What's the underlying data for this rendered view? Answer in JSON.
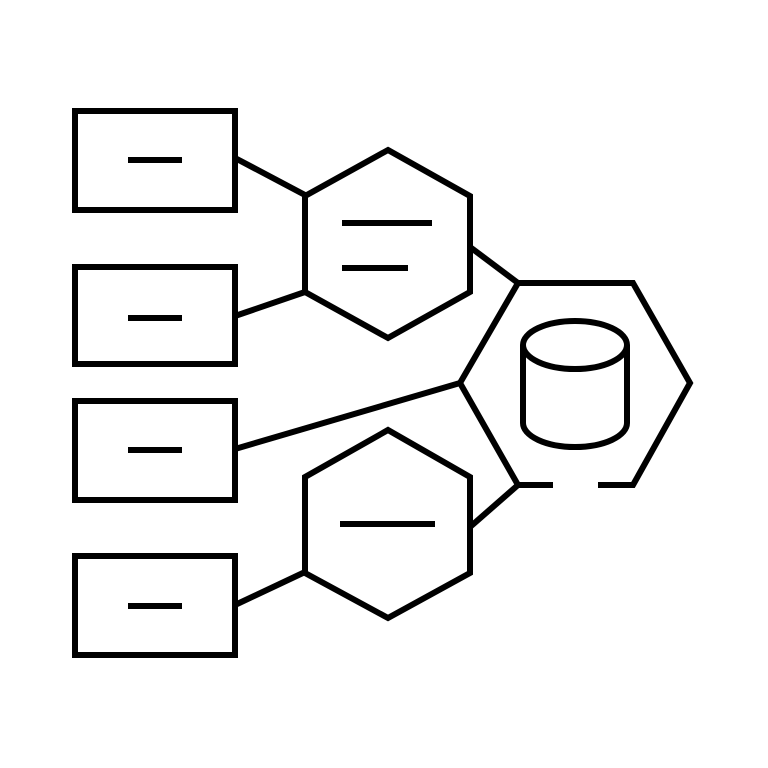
{
  "diagram": {
    "style": "line-icon",
    "line_color": "#000000",
    "background": "#ffffff",
    "description_nodes": [
      {
        "id": "box-1",
        "shape": "rectangle",
        "content": "single-line",
        "parent": "hex-upper"
      },
      {
        "id": "box-2",
        "shape": "rectangle",
        "content": "single-line",
        "parent": "hex-upper"
      },
      {
        "id": "box-3",
        "shape": "rectangle",
        "content": "single-line",
        "parent": "database-hexagon"
      },
      {
        "id": "box-4",
        "shape": "rectangle",
        "content": "single-line",
        "parent": "hex-lower"
      }
    ],
    "hubs": [
      {
        "id": "hex-upper",
        "shape": "hexagon",
        "content": "two-lines",
        "parent": "database-hexagon"
      },
      {
        "id": "hex-lower",
        "shape": "hexagon",
        "content": "single-line",
        "parent": "database-hexagon"
      }
    ],
    "root": {
      "id": "database-hexagon",
      "shape": "hexagon",
      "icon": "database-cylinder-icon"
    }
  }
}
